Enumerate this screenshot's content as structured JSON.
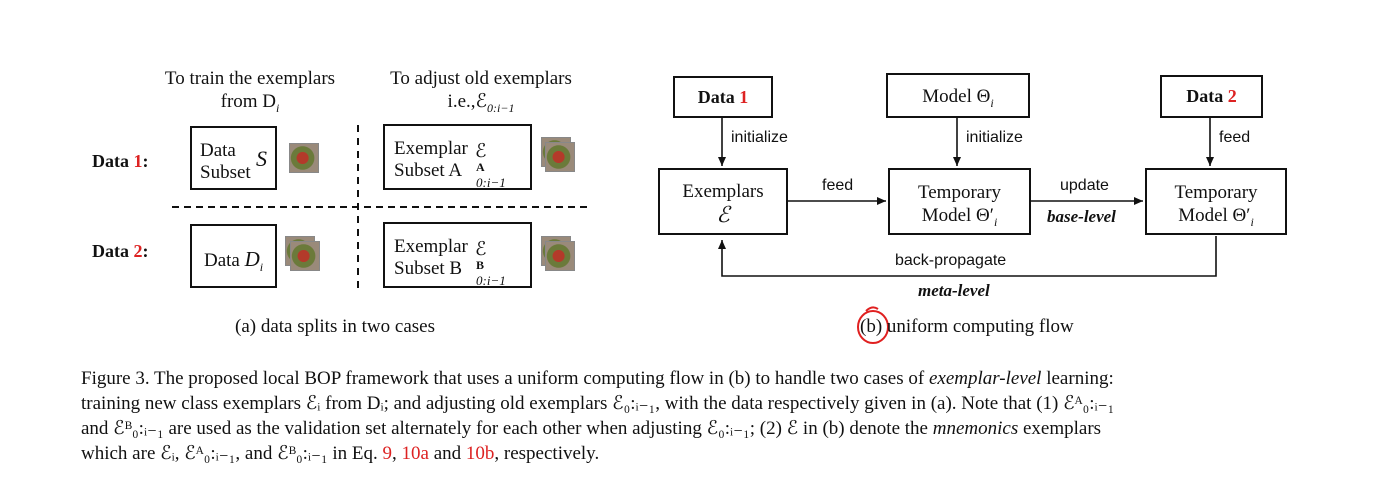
{
  "panel_a": {
    "col1_line1": "To train the exemplars",
    "col1_line2": "from D",
    "col1_line2_sub": "i",
    "col2_line1": "To adjust old exemplars",
    "col2_line2": "i.e.,ℰ",
    "col2_line2_sub": "0:i−1",
    "row1_label": "Data ",
    "row1_num": "1",
    "row1_colon": ":",
    "row2_label": "Data ",
    "row2_num": "2",
    "row2_colon": ":",
    "cell_11_line1": "Data",
    "cell_11_line2": "Subset",
    "cell_11_sym": "S",
    "cell_12_line1": "Exemplar",
    "cell_12_line2": "Subset A",
    "cell_12_sym": "ℰ",
    "cell_12_sup": "A",
    "cell_12_sub": "0:i−1",
    "cell_21_text": "Data ",
    "cell_21_sym": "D",
    "cell_21_sub": "i",
    "cell_22_line1": "Exemplar",
    "cell_22_line2": "Subset B",
    "cell_22_sym": "ℰ",
    "cell_22_sup": "B",
    "cell_22_sub": "0:i−1",
    "caption": "(a) data splits in two cases"
  },
  "panel_b": {
    "data1_label": "Data ",
    "data1_num": "1",
    "model_label": "Model Θ",
    "model_sub": "i",
    "data2_label": "Data ",
    "data2_num": "2",
    "exemplars_line1": "Exemplars",
    "exemplars_line2": "ℰ",
    "temp1_line1": "Temporary",
    "temp1_line2": "Model Θ′",
    "temp1_sub": "i",
    "temp2_line1": "Temporary",
    "temp2_line2": "Model Θ′",
    "temp2_sub": "i",
    "edge_initialize_1": "initialize",
    "edge_initialize_2": "initialize",
    "edge_feed_1": "feed",
    "edge_feed_2": "feed",
    "edge_update": "update",
    "base_level": "base-level",
    "back_propagate": "back-propagate",
    "meta_level": "meta-level",
    "caption_b": "(b)",
    "caption_rest": " uniform computing flow"
  },
  "figure_caption": {
    "line1_a": "Figure 3. The proposed local BOP framework that uses a uniform computing flow in (b) to handle two cases of ",
    "line1_em": "exemplar-level",
    "line1_b": " learning:",
    "line2": "training new class exemplars ℰᵢ from Dᵢ; and adjusting old exemplars ℰ₀:ᵢ₋₁, with the data respectively given in (a). Note that (1) ℰᴬ₀:ᵢ₋₁",
    "line3_a": "and ℰᴮ₀:ᵢ₋₁ are used as the validation set alternately for each other when adjusting ℰ₀:ᵢ₋₁; (2) ℰ in (b) denote the ",
    "line3_em": "mnemonics",
    "line3_b": " exemplars",
    "line4_a": "which are ℰᵢ, ℰᴬ₀:ᵢ₋₁, and ℰᴮ₀:ᵢ₋₁ in Eq. ",
    "ref1": "9",
    "sep1": ", ",
    "ref2": "10a",
    "sep2": " and  ",
    "ref3": "10b",
    "line4_end": ", respectively."
  },
  "colors": {
    "reference_red": "#d22222",
    "annotation_circle": "#e02020"
  }
}
